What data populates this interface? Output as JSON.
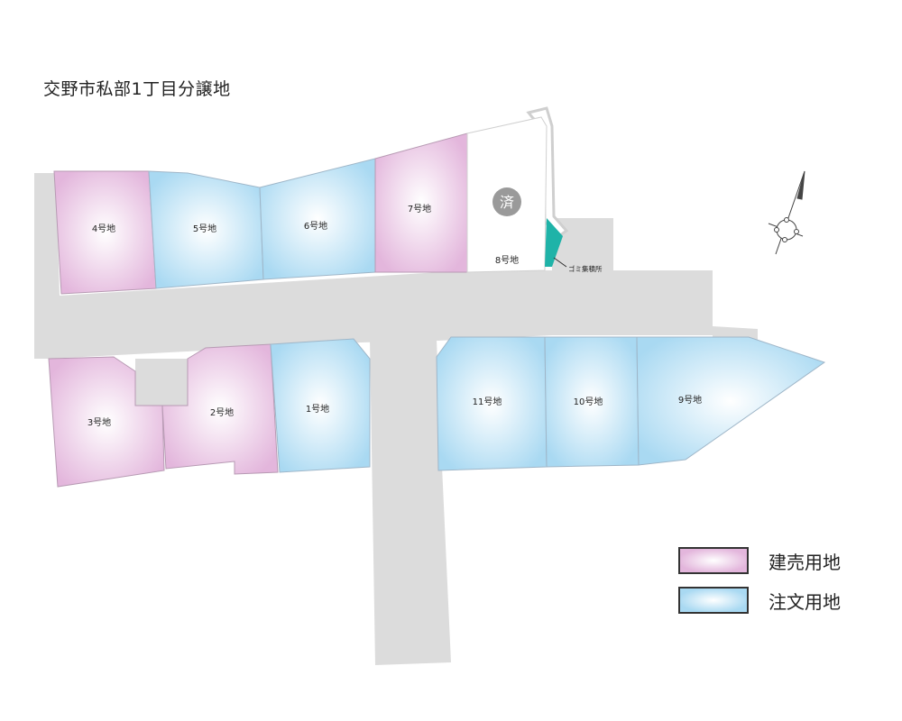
{
  "title": "交野市私部1丁目分譲地",
  "legend": {
    "kenuri": {
      "label": "建売用地",
      "color": "#e3b6dc"
    },
    "chumon": {
      "label": "注文用地",
      "color": "#a9d9f2"
    }
  },
  "lots": {
    "lot1": "1号地",
    "lot2": "2号地",
    "lot3": "3号地",
    "lot4": "4号地",
    "lot5": "5号地",
    "lot6": "6号地",
    "lot7": "7号地",
    "lot8": "8号地",
    "lot9": "9号地",
    "lot10": "10号地",
    "lot11": "11号地"
  },
  "sold_mark": "済",
  "garbage_label": "ゴミ集積所",
  "colors": {
    "road": "#dcdcdc",
    "garbage": "#1fb3a8",
    "sold_circle": "#9a9a9a"
  }
}
